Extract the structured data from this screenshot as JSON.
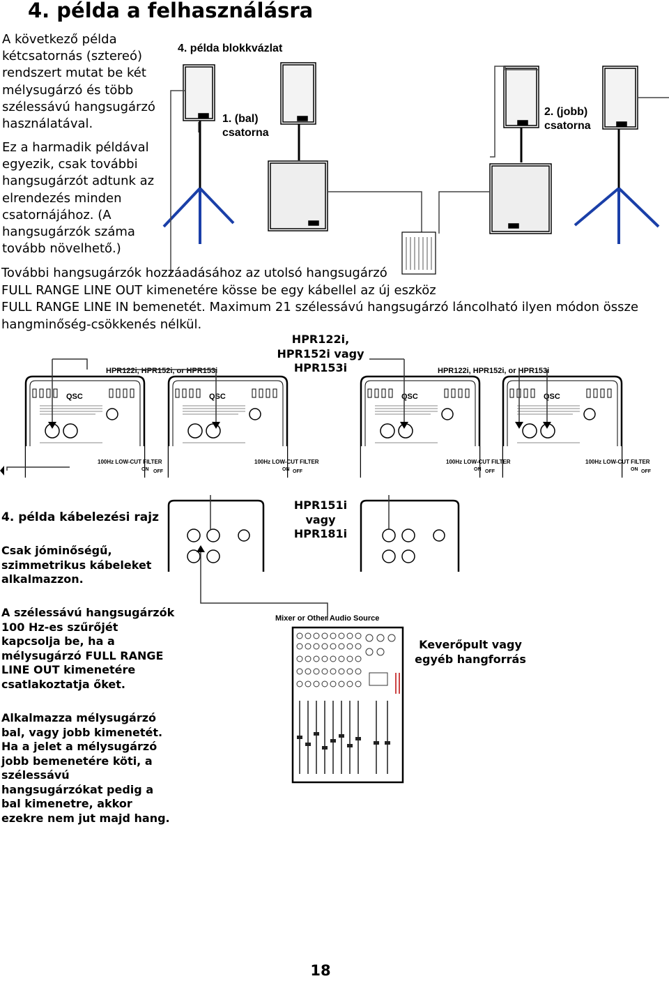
{
  "page": {
    "title": "4. példa a felhasználásra",
    "intro_1": "A következő példa\nkétcsatornás (sztereó)\nrendszert mutat be két\nmélysugárzó és több\nszélessávú hangsugárzó\nhasználatával.",
    "intro_2": "Ez a harmadik példával\negyezik, csak további\nhangsugárzót adtunk az\nelrendezés minden\ncsatornájához. (A\nhangsugárzók száma\ntovább növelhető.)",
    "diagram_title": "4. példa blokkvázlat",
    "left_channel": "1. (bal)\ncsatorna",
    "right_channel": "2. (jobb)\ncsatorna",
    "body_line_1": "További hangsugárzók hozzáadásához az utolsó hangsugárzó",
    "body_line_2": "FULL RANGE LINE OUT kimenetére kösse be egy kábellel az új eszköz",
    "body_line_3": "FULL RANGE LINE IN bemenetét. Maximum 21 szélessávú hangsugárzó láncolható ilyen módon össze",
    "body_line_4": "hangminőség-csökkenés nélkül.",
    "label_full_range": "HPR122i,\nHPR152i vagy\nHPR153i",
    "panel_caption": "HPR122i, HPR152i, or HPR153i",
    "brand": "QSC",
    "filter_label": "100Hz LOW-CUT FILTER",
    "on_label": "ON",
    "off_label": "OFF",
    "wiring_title": "4. példa kábelezési rajz",
    "cable_note": "Csak jóminőségű,\nszimmetrikus kábeleket\nalkalmazzon.",
    "label_sub": "HPR151i\nvagy\nHPR181i",
    "filter_note": "A szélessávú hangsugárzók\n100 Hz-es szűrőjét\nkapcsolja be, ha a\nmélysugárzó FULL RANGE\nLINE OUT kimenetére\ncsatlakoztatja őket.",
    "mixer_caption": "Mixer or Other Audio Source",
    "mixer_label": "Keverőpult vagy\negyéb hangforrás",
    "sub_note": "Alkalmazza mélysugárzó\nbal, vagy jobb kimenetét.\nHa a jelet a mélysugárzó\njobb bemenetére köti, a\nszélessávú\nhangsugárzókat pedig a\nbal kimenetre, akkor\nezekre nem jut majd hang.",
    "page_number": "18"
  }
}
